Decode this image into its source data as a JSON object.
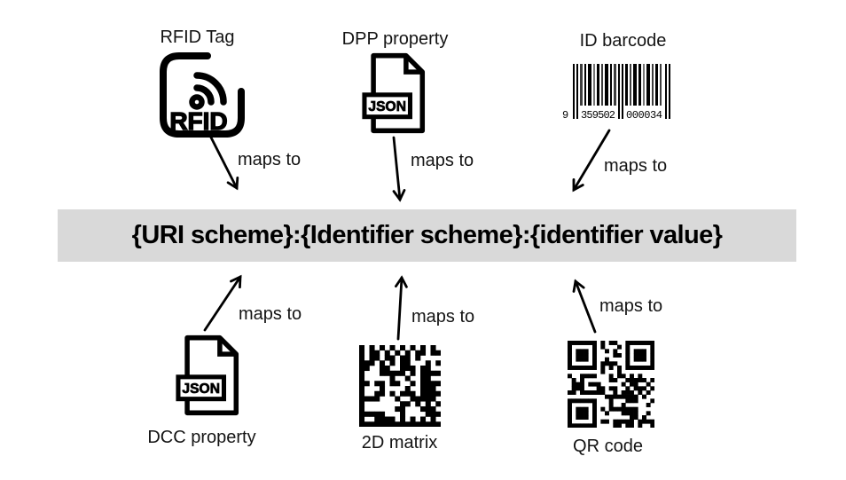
{
  "banner": {
    "text": "{URI scheme}:{Identifier scheme}:{identifier value}",
    "background": "#d9d9d9",
    "text_color": "#000000"
  },
  "nodes": {
    "rfid": {
      "label": "RFID Tag",
      "icon_text": "RFID",
      "maps_label": "maps to"
    },
    "dpp": {
      "label": "DPP property",
      "icon_text": "JSON",
      "maps_label": "maps to"
    },
    "barcode": {
      "label": "ID barcode",
      "digits": [
        "9",
        "359502",
        "000034"
      ],
      "maps_label": "maps to"
    },
    "dcc": {
      "label": "DCC property",
      "icon_text": "JSON",
      "maps_label": "maps to"
    },
    "matrix": {
      "label": "2D matrix",
      "maps_label": "maps to"
    },
    "qr": {
      "label": "QR code",
      "maps_label": "maps to"
    }
  }
}
